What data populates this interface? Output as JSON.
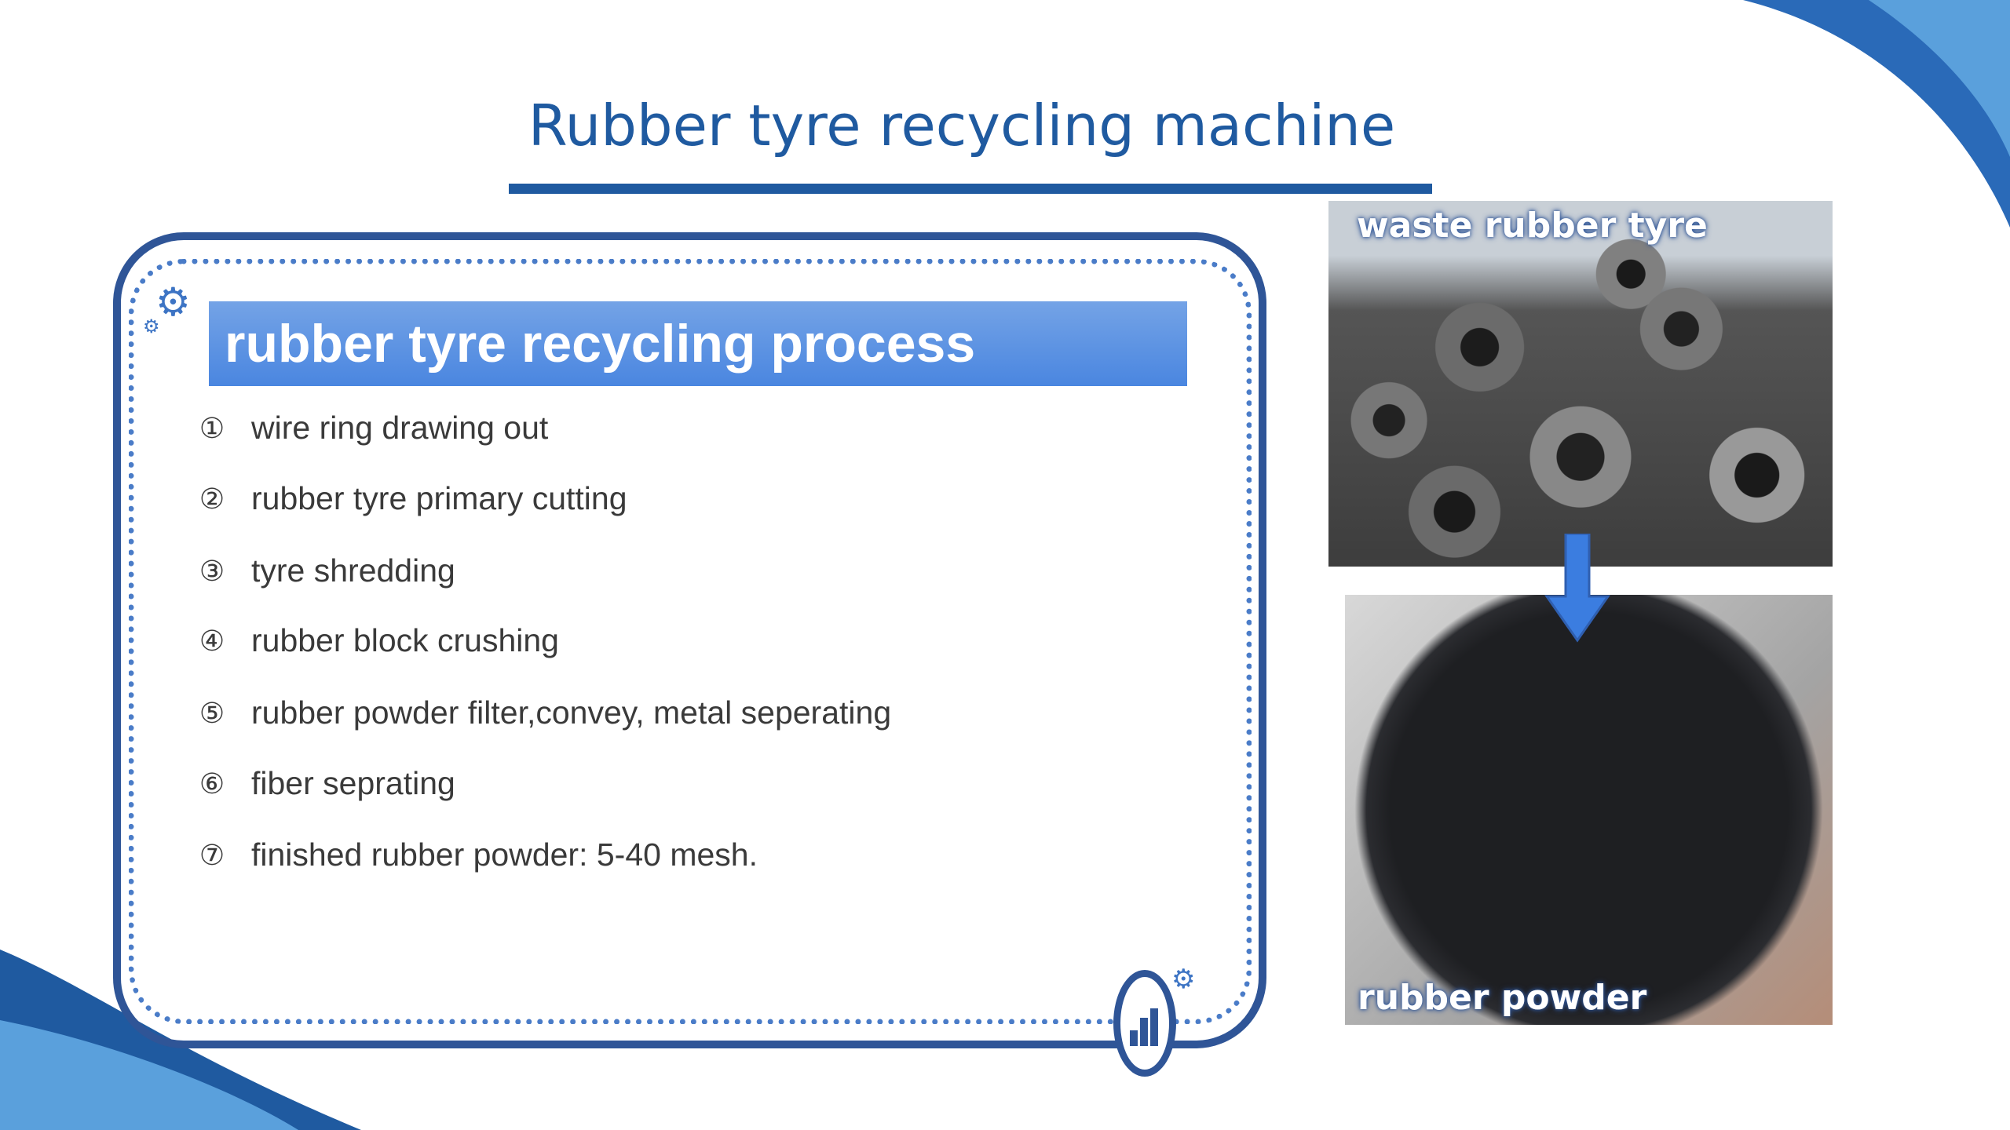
{
  "title": "Rubber tyre recycling machine",
  "panel": {
    "header": "rubber tyre recycling process",
    "items": [
      {
        "num": "①",
        "text": "wire ring drawing out"
      },
      {
        "num": "②",
        "text": "rubber tyre primary cutting"
      },
      {
        "num": "③",
        "text": "tyre shredding"
      },
      {
        "num": "④",
        "text": "rubber block crushing"
      },
      {
        "num": "⑤",
        "text": "rubber powder filter,convey, metal seperating"
      },
      {
        "num": "⑥",
        "text": "fiber seprating"
      },
      {
        "num": "⑦",
        "text": "finished rubber powder: 5-40 mesh."
      }
    ]
  },
  "photos": {
    "top_caption": "waste rubber tyre",
    "bottom_caption": "rubber powder"
  },
  "colors": {
    "primary": "#2f5597",
    "title": "#1f5aa0",
    "header": "#4a86e0"
  }
}
